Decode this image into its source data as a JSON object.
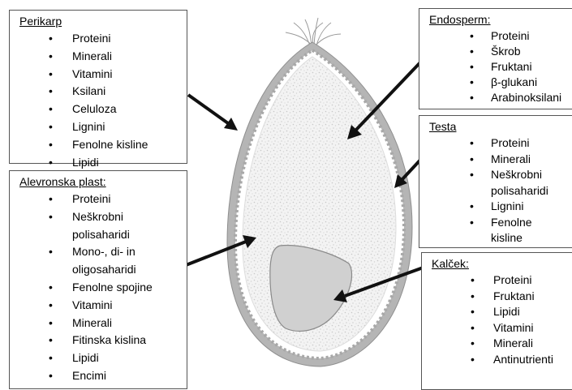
{
  "perikarp": {
    "title": "Perikarp",
    "items": [
      "Proteini",
      "Minerali",
      "Vitamini",
      "Ksilani",
      "Celuloza",
      "Lignini",
      "Fenolne kisline",
      "Lipidi"
    ]
  },
  "alevronska_plast": {
    "title": "Alevronska plast:",
    "items": [
      "Proteini",
      "Neškrobni polisaharidi",
      "Mono-, di- in oligosaharidi",
      "Fenolne spojine",
      "Vitamini",
      "Minerali",
      "Fitinska kislina",
      "Lipidi",
      "Encimi"
    ]
  },
  "endosperm": {
    "title": "Endosperm:",
    "items": [
      "Proteini",
      "Škrob",
      "Fruktani",
      "β-glukani",
      "Arabinoksilani"
    ]
  },
  "testa": {
    "title": "Testa",
    "items": [
      "Proteini",
      "Minerali",
      "Neškrobni polisaharidi",
      "Lignini",
      "Fenolne kisline"
    ]
  },
  "kalcek": {
    "title": "Kalček:",
    "items": [
      "Proteini",
      "Fruktani",
      "Lipidi",
      "Vitamini",
      "Minerali",
      "Antinutrienti"
    ]
  },
  "colors": {
    "outer_layer": "#9e9e9e",
    "endosperm_fill": "#f2f2f2",
    "germ_fill": "#cfcfcf",
    "arrow": "#111111"
  }
}
